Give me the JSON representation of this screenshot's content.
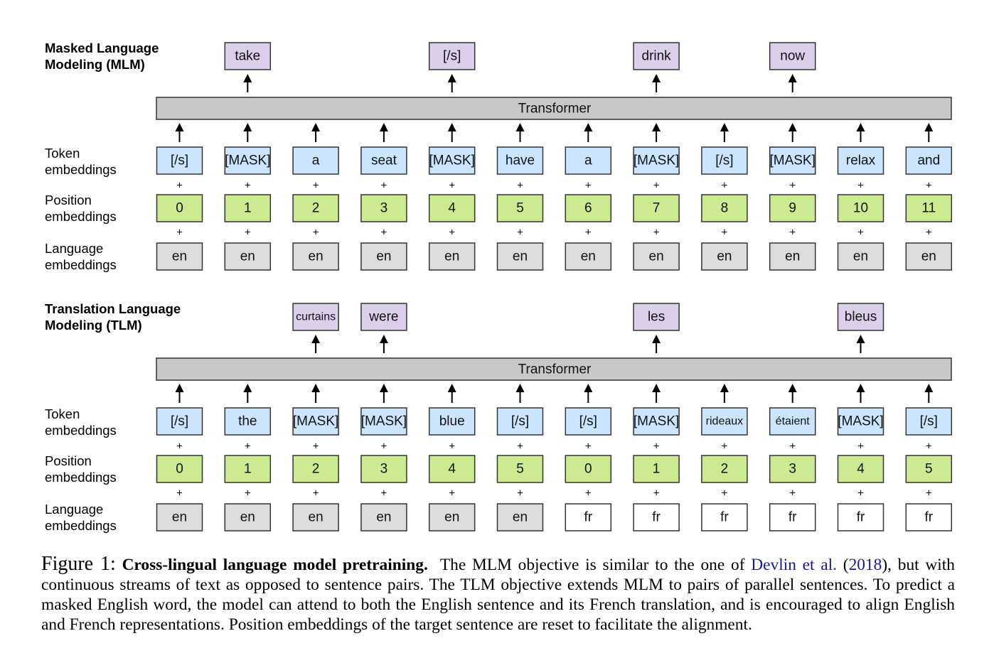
{
  "colors": {
    "token": "#cce5ff",
    "position": "#cceb91",
    "language_en": "#dcdcdc",
    "language_fr": "#ffffff",
    "output": "#dccfec",
    "transformer": "#c8c8c8",
    "border": "#333333",
    "citation": "#1a1a8c"
  },
  "panels": [
    {
      "id": "mlm",
      "title_line1": "Masked Language",
      "title_line2": "Modeling (MLM)",
      "transformer_label": "Transformer",
      "row_labels": {
        "token": [
          "Token",
          "embeddings"
        ],
        "position": [
          "Position",
          "embeddings"
        ],
        "language": [
          "Language",
          "embeddings"
        ]
      },
      "tokens": [
        "[/s]",
        "[MASK]",
        "a",
        "seat",
        "[MASK]",
        "have",
        "a",
        "[MASK]",
        "[/s]",
        "[MASK]",
        "relax",
        "and"
      ],
      "positions": [
        "0",
        "1",
        "2",
        "3",
        "4",
        "5",
        "6",
        "7",
        "8",
        "9",
        "10",
        "11"
      ],
      "languages": [
        "en",
        "en",
        "en",
        "en",
        "en",
        "en",
        "en",
        "en",
        "en",
        "en",
        "en",
        "en"
      ],
      "outputs": [
        {
          "col": 1,
          "text": "take"
        },
        {
          "col": 4,
          "text": "[/s]"
        },
        {
          "col": 7,
          "text": "drink"
        },
        {
          "col": 9,
          "text": "now"
        }
      ],
      "plus": "+"
    },
    {
      "id": "tlm",
      "title_line1": "Translation Language",
      "title_line2": "Modeling (TLM)",
      "transformer_label": "Transformer",
      "row_labels": {
        "token": [
          "Token",
          "embeddings"
        ],
        "position": [
          "Position",
          "embeddings"
        ],
        "language": [
          "Language",
          "embeddings"
        ]
      },
      "tokens": [
        "[/s]",
        "the",
        "[MASK]",
        "[MASK]",
        "blue",
        "[/s]",
        "[/s]",
        "[MASK]",
        "rideaux",
        "étaient",
        "[MASK]",
        "[/s]"
      ],
      "positions": [
        "0",
        "1",
        "2",
        "3",
        "4",
        "5",
        "0",
        "1",
        "2",
        "3",
        "4",
        "5"
      ],
      "languages": [
        "en",
        "en",
        "en",
        "en",
        "en",
        "en",
        "fr",
        "fr",
        "fr",
        "fr",
        "fr",
        "fr"
      ],
      "outputs": [
        {
          "col": 2,
          "text": "curtains"
        },
        {
          "col": 3,
          "text": "were"
        },
        {
          "col": 7,
          "text": "les"
        },
        {
          "col": 10,
          "text": "bleus"
        }
      ],
      "plus": "+"
    }
  ],
  "caption": {
    "label": "Figure 1:",
    "title": "Cross-lingual language model pretraining.",
    "text_before_cite": "The MLM objective is similar to the one of",
    "cite_author": "Devlin et al.",
    "cite_open": "(",
    "cite_year": "2018",
    "cite_close": ")",
    "text_after_cite": ", but with continuous streams of text as opposed to sentence pairs. The TLM objective extends MLM to pairs of parallel sentences. To predict a masked English word, the model can attend to both the English sentence and its French translation, and is encouraged to align English and French representations. Position embeddings of the target sentence are reset to facilitate the alignment."
  }
}
